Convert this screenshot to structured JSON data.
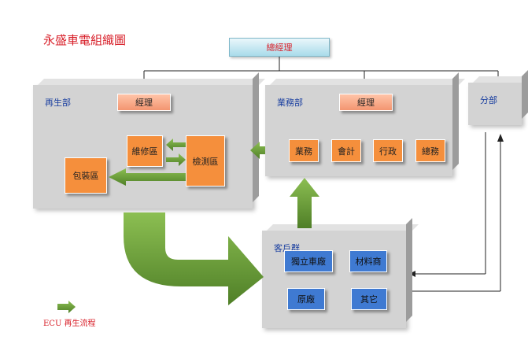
{
  "title": "永盛車電組織圖",
  "general_manager": "總經理",
  "regen": {
    "label": "再生部",
    "manager": "經理",
    "repair": "維修區",
    "inspect": "檢測區",
    "packing": "包裝區"
  },
  "sales": {
    "label": "業務部",
    "manager": "經理",
    "units": [
      "業務",
      "會計",
      "行政",
      "總務"
    ]
  },
  "branch": {
    "label": "分部"
  },
  "customers": {
    "label": "客戶群",
    "items": [
      "獨立車廠",
      "材料商",
      "原廠",
      "其它"
    ]
  },
  "legend": {
    "label": "ECU 再生流程"
  },
  "colors": {
    "orange": "#f58f3c",
    "blue": "#3f7ad2",
    "arrow_green": "#6b9a3a",
    "panel": "#d3d3d3",
    "title_red": "#d8202a"
  }
}
